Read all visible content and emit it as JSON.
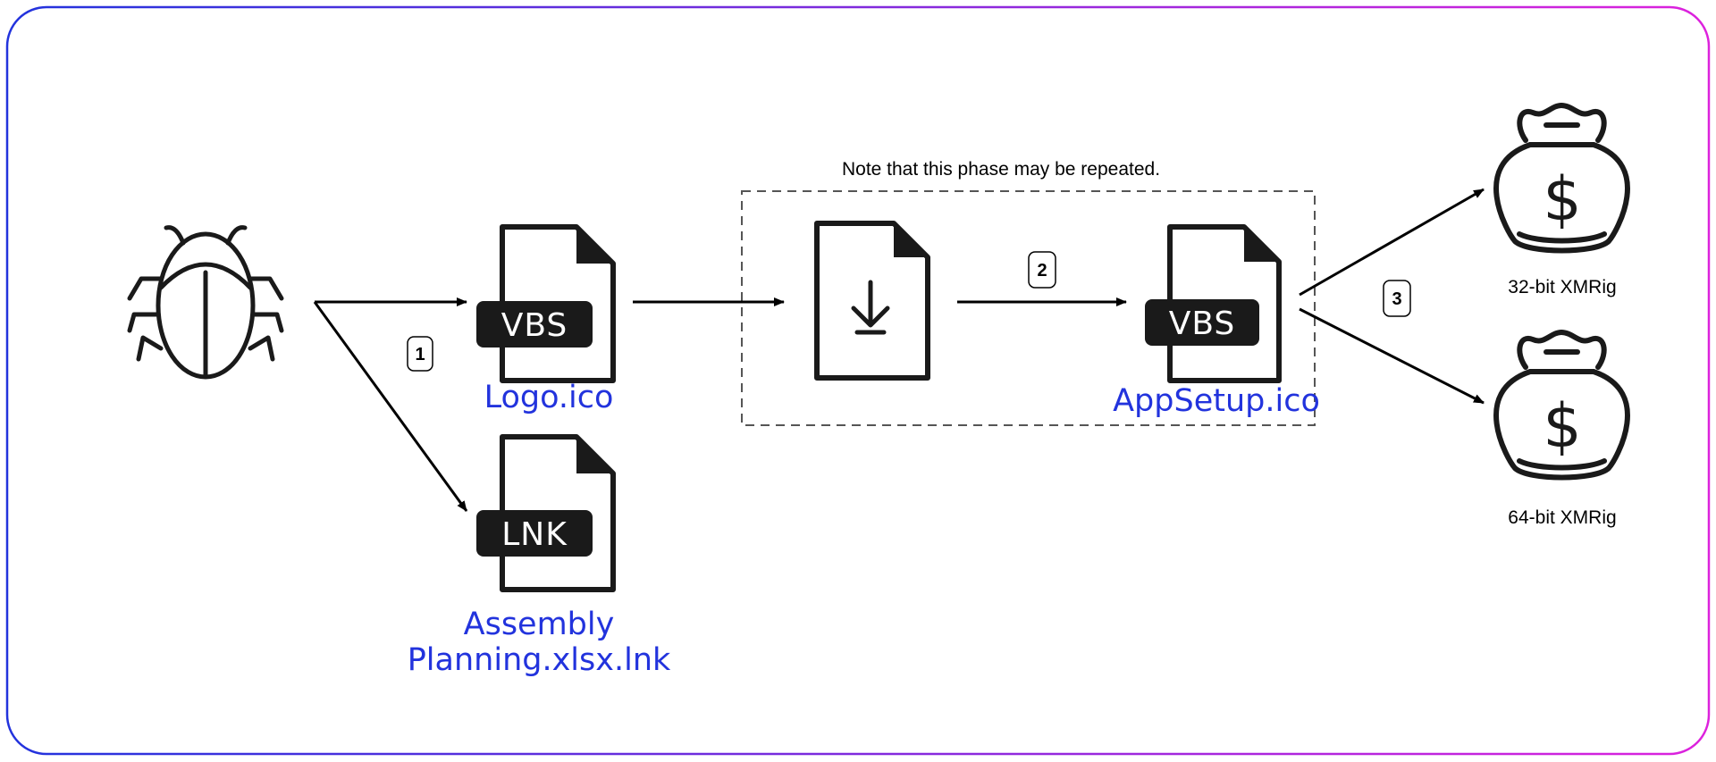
{
  "colors": {
    "frame_gradient_start": "#2233dd",
    "frame_gradient_end": "#dd22dd",
    "file_label": "#2233dd",
    "icon": "#1a1a1a"
  },
  "phase_note": "Note that this phase may be repeated.",
  "nodes": {
    "malware": {
      "icon": "bug-icon"
    },
    "logo_file": {
      "icon": "file-icon",
      "tag": "VBS",
      "label": "Logo.ico"
    },
    "lnk_file": {
      "icon": "file-icon",
      "tag": "LNK",
      "label_line1": "Assembly",
      "label_line2": "Planning.xlsx.lnk"
    },
    "download_file": {
      "icon": "file-download-icon"
    },
    "appsetup_file": {
      "icon": "file-icon",
      "tag": "VBS",
      "label": "AppSetup.ico"
    },
    "miner_32": {
      "icon": "money-bag-icon",
      "symbol": "$",
      "label": "32-bit XMRig"
    },
    "miner_64": {
      "icon": "money-bag-icon",
      "symbol": "$",
      "label": "64-bit XMRig"
    }
  },
  "steps": [
    "1",
    "2",
    "3"
  ]
}
